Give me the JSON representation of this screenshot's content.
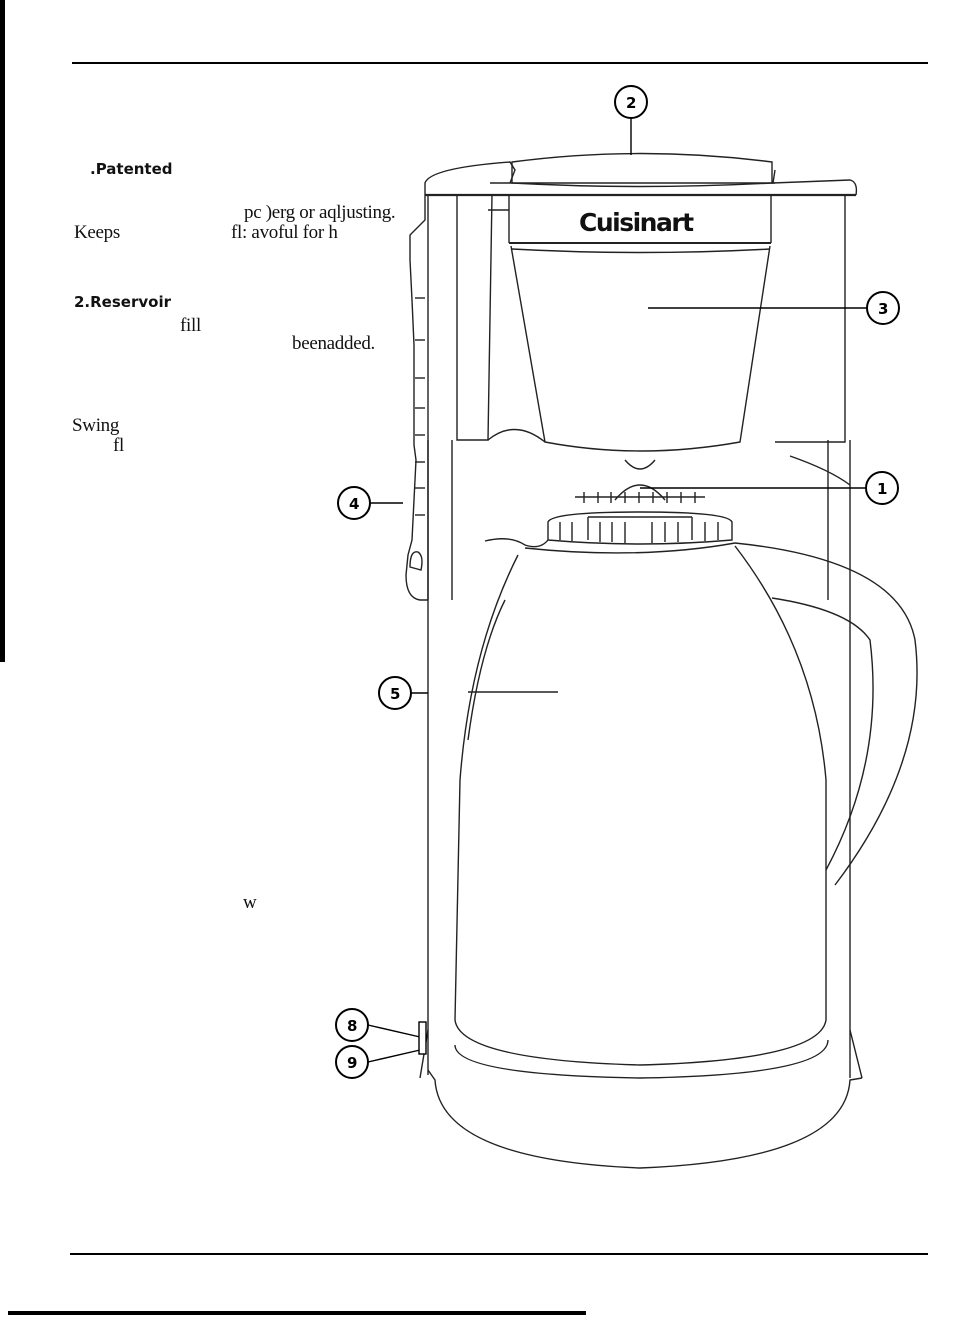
{
  "text_fragments": {
    "patented": ".Patented",
    "line1_right": "pc )erg or aqljusting.",
    "keeps": "Keeps",
    "line2_right": "fl: avoful for h",
    "reservoir": "2.Reservoir",
    "fill": "fill",
    "been_added": "beenadded.",
    "swing": "Swing",
    "fl_fragment": "fl",
    "w_fragment": "w"
  },
  "diagram": {
    "brand": "Cuisinart",
    "callouts": [
      "1",
      "2",
      "3",
      "4",
      "5",
      "8",
      "9"
    ]
  }
}
